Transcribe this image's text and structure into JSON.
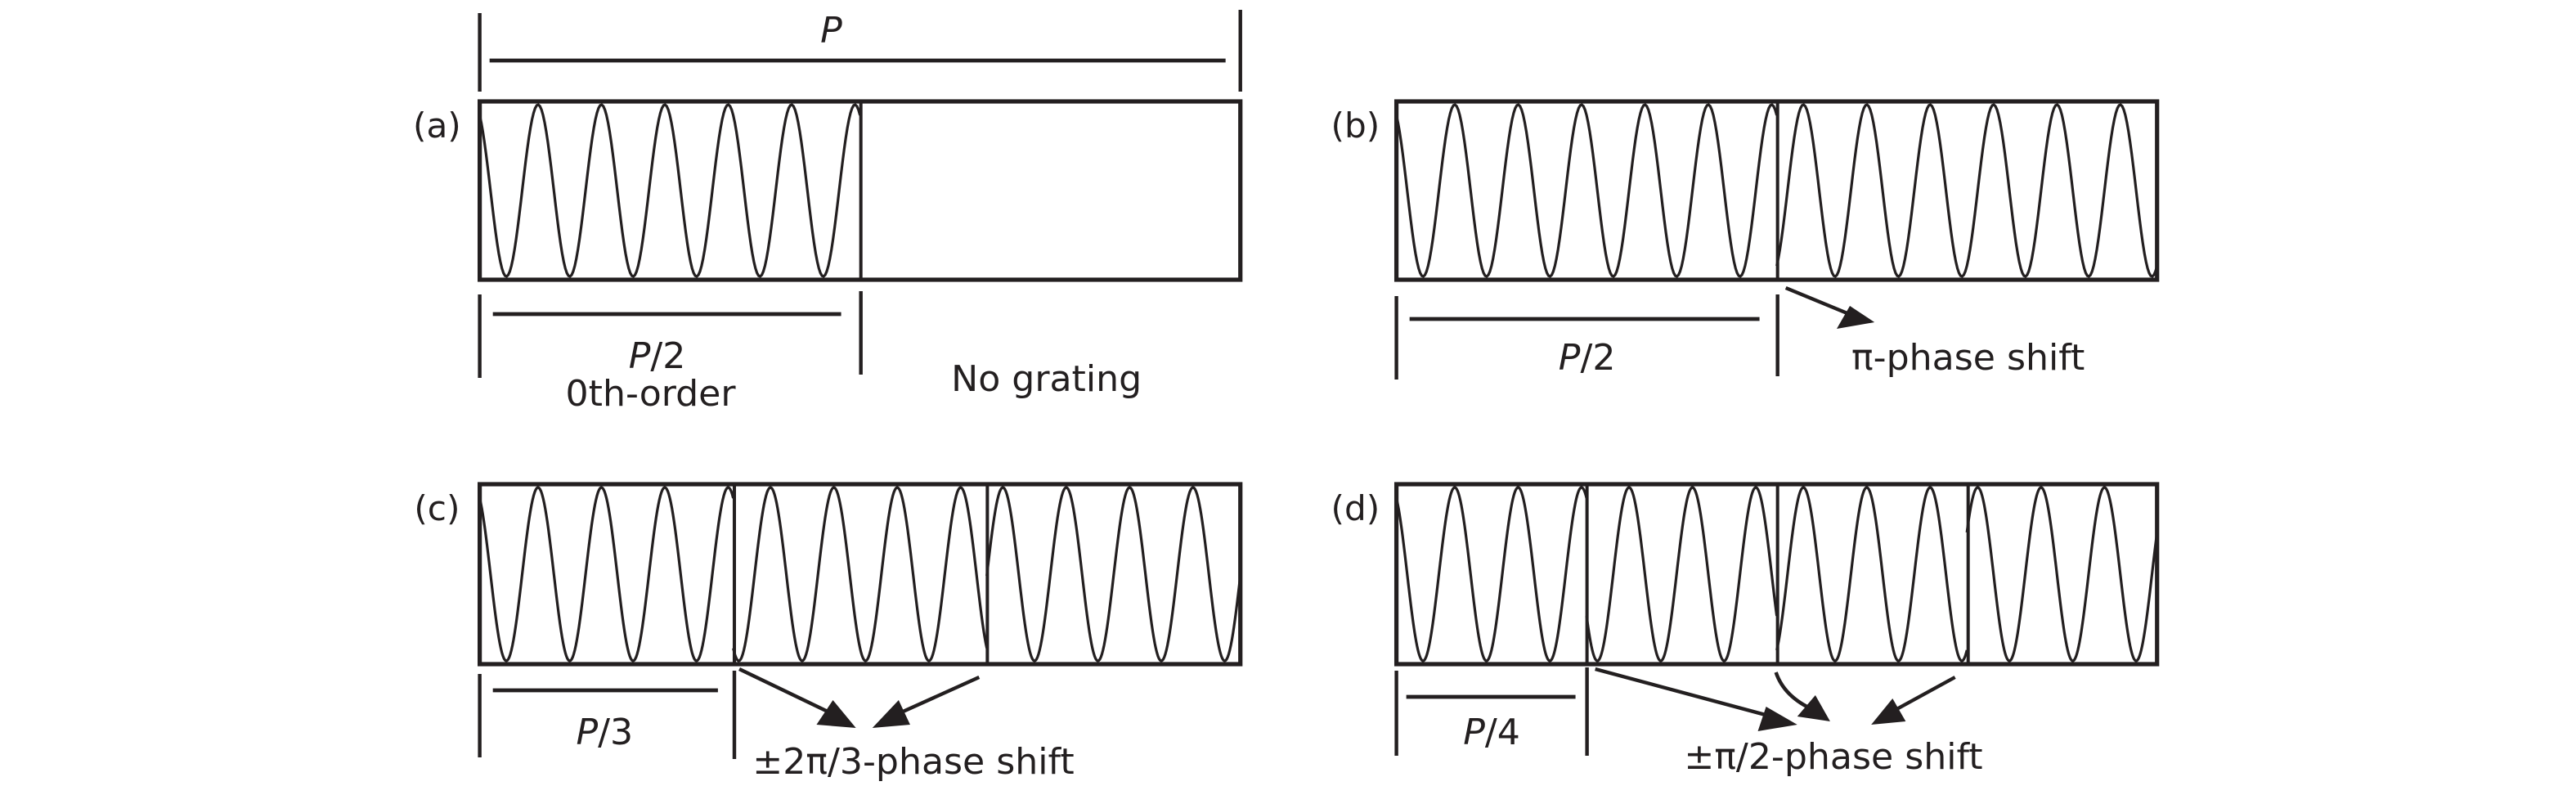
{
  "figure": {
    "colors": {
      "ink": "#231f20",
      "background": "#ffffff"
    },
    "top_dimension": {
      "label_italic": "P",
      "label_rest": ""
    },
    "panels": [
      {
        "id": "a",
        "label": "(a)",
        "segments": 2,
        "grating_segments": [
          true,
          false
        ],
        "periods_per_segment": 6,
        "phase_shifts": [
          0,
          0
        ],
        "dimension": {
          "italic": "P",
          "rest": "/2"
        },
        "captions": [
          {
            "text": "0th-order",
            "role": "under-dimension"
          },
          {
            "text": "No grating",
            "role": "right-segment"
          }
        ],
        "phase_caption": ""
      },
      {
        "id": "b",
        "label": "(b)",
        "segments": 2,
        "grating_segments": [
          true,
          true
        ],
        "periods_per_segment": 6,
        "phase_shifts": [
          0,
          0.5
        ],
        "dimension": {
          "italic": "P",
          "rest": "/2"
        },
        "captions": [],
        "phase_caption": "π-phase shift"
      },
      {
        "id": "c",
        "label": "(c)",
        "segments": 3,
        "grating_segments": [
          true,
          true,
          true
        ],
        "periods_per_segment": 4,
        "phase_shifts": [
          0,
          0.333,
          0.667
        ],
        "dimension": {
          "italic": "P",
          "rest": "/3"
        },
        "captions": [],
        "phase_caption": "±2π/3-phase shift"
      },
      {
        "id": "d",
        "label": "(d)",
        "segments": 4,
        "grating_segments": [
          true,
          true,
          true,
          true
        ],
        "periods_per_segment": 3,
        "phase_shifts": [
          0,
          0.25,
          0.5,
          0.75
        ],
        "dimension": {
          "italic": "P",
          "rest": "/4"
        },
        "captions": [],
        "phase_caption": "±π/2-phase shift"
      }
    ]
  }
}
